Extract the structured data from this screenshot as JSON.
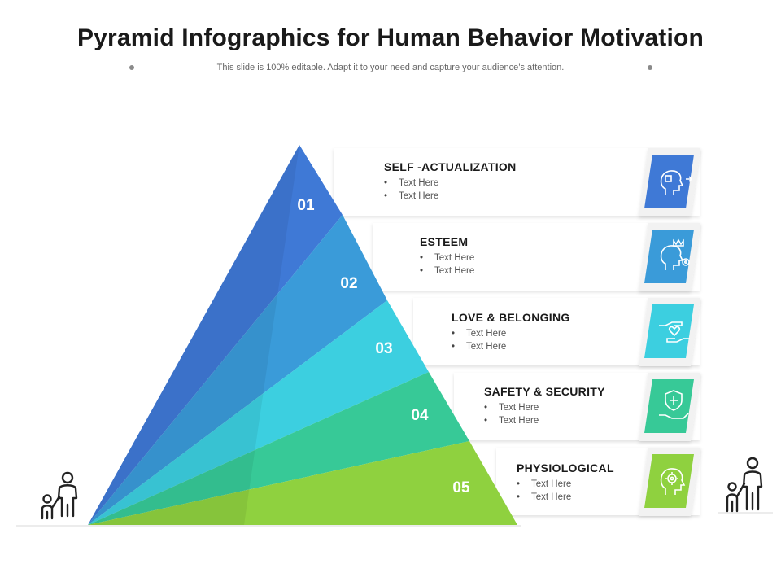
{
  "title": "Pyramid Infographics for Human Behavior Motivation",
  "subtitle": "This slide is 100% editable. Adapt it to your need and capture your audience’s attention.",
  "levels": [
    {
      "number": "01",
      "heading": "SELF -ACTUALIZATION",
      "bullets": [
        "Text Here",
        "Text Here"
      ],
      "color": "#3f79d6",
      "icon": "head-puzzle-icon"
    },
    {
      "number": "02",
      "heading": "ESTEEM",
      "bullets": [
        "Text Here",
        "Text Here"
      ],
      "color": "#3a9bd9",
      "icon": "head-crown-gear-icon"
    },
    {
      "number": "03",
      "heading": "LOVE & BELONGING",
      "bullets": [
        "Text Here",
        "Text Here"
      ],
      "color": "#3ccfe0",
      "icon": "hands-heart-icon"
    },
    {
      "number": "04",
      "heading": "SAFETY & SECURITY",
      "bullets": [
        "Text Here",
        "Text Here"
      ],
      "color": "#37c997",
      "icon": "hand-shield-icon"
    },
    {
      "number": "05",
      "heading": "PHYSIOLOGICAL",
      "bullets": [
        "Text Here",
        "Text Here"
      ],
      "color": "#8fd13f",
      "icon": "head-gear-icon"
    }
  ],
  "figures": [
    "parent-child-icon",
    "parent-child-icon"
  ]
}
